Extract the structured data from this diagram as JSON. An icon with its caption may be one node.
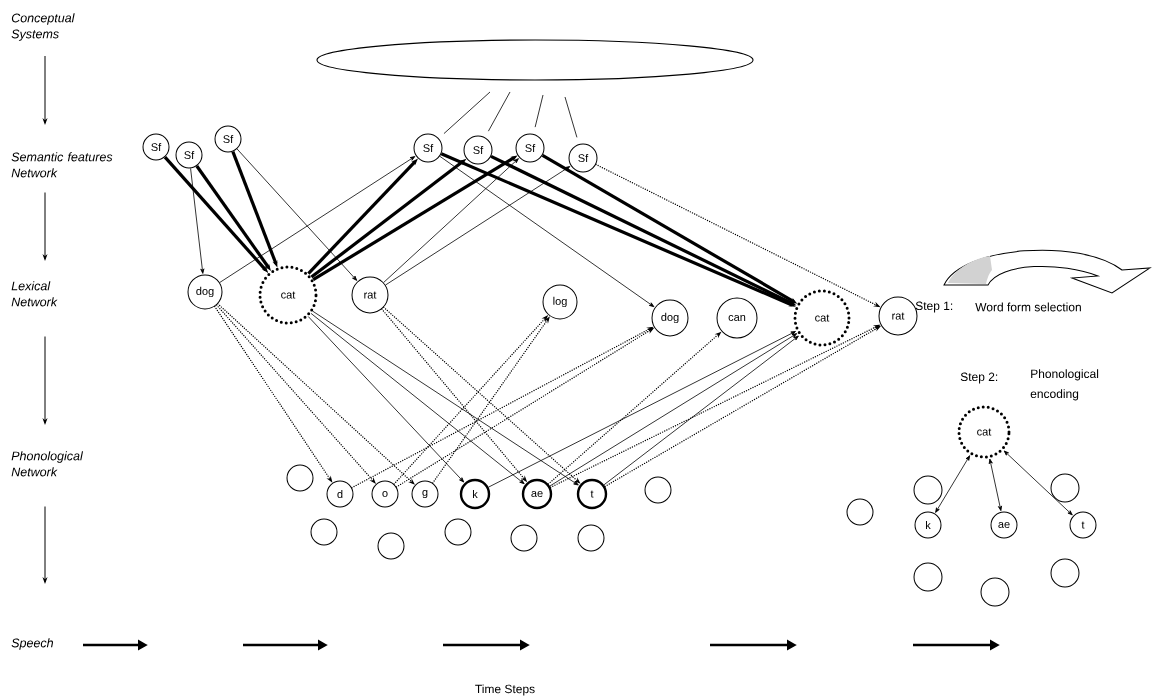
{
  "diagram": {
    "nodes": [
      {
        "text": [
          "Conceptual Systems"
        ]
      },
      {
        "text": [
          "Semantic features Network"
        ]
      },
      {
        "text": [
          "Lexical Network"
        ]
      },
      {
        "text": [
          "Phonological Network"
        ]
      },
      {
        "text": [
          "Speech"
        ]
      },
      {
        "text": [],
        "shape": "ellipse"
      },
      {
        "text": [
          "Sf"
        ]
      },
      {
        "text": [
          "Sf"
        ]
      },
      {
        "text": [
          "Sf"
        ]
      },
      {
        "text": [
          "Sf"
        ]
      },
      {
        "text": [
          "Sf"
        ]
      },
      {
        "text": [
          "Sf"
        ]
      },
      {
        "text": [
          "Sf"
        ]
      },
      {
        "text": [
          "dog"
        ]
      },
      {
        "text": [
          "cat"
        ]
      },
      {
        "text": [
          "rat"
        ]
      },
      {
        "text": [
          "log"
        ]
      },
      {
        "text": [
          "dog"
        ]
      },
      {
        "text": [
          "can"
        ]
      },
      {
        "text": [
          "cat"
        ]
      },
      {
        "text": [
          "rat"
        ]
      },
      {
        "text": [],
        "shape": "circle"
      },
      {
        "text": [
          "d"
        ]
      },
      {
        "text": [
          "o"
        ]
      },
      {
        "text": [
          "g"
        ]
      },
      {
        "text": [
          "k"
        ]
      },
      {
        "text": [
          "ae"
        ]
      },
      {
        "text": [
          "t"
        ]
      },
      {
        "text": [],
        "shape": "circle"
      },
      {
        "text": [],
        "shape": "circle"
      },
      {
        "text": [],
        "shape": "circle"
      },
      {
        "text": [],
        "shape": "circle"
      },
      {
        "text": [],
        "shape": "circle"
      },
      {
        "text": [],
        "shape": "circle"
      },
      {
        "text": [],
        "shape": "circle"
      },
      {
        "text": [
          "cat"
        ]
      },
      {
        "text": [],
        "shape": "circle"
      },
      {
        "text": [],
        "shape": "circle"
      },
      {
        "text": [
          "k"
        ]
      },
      {
        "text": [
          "ae"
        ]
      },
      {
        "text": [
          "t"
        ]
      },
      {
        "text": [],
        "shape": "circle"
      },
      {
        "text": [],
        "shape": "circle"
      },
      {
        "text": [],
        "shape": "circle"
      }
    ],
    "edges": [
      {
        "from": 0,
        "to": 1,
        "arrow": "to"
      },
      {
        "from": 1,
        "to": 2,
        "arrow": "to"
      },
      {
        "from": 2,
        "to": 3,
        "arrow": "to"
      },
      {
        "from": 3,
        "to": 4,
        "arrow": "to"
      },
      {
        "from": 5,
        "to": 9,
        "arrow": "none"
      },
      {
        "from": 5,
        "to": 10,
        "arrow": "none"
      },
      {
        "from": 5,
        "to": 11,
        "arrow": "none"
      },
      {
        "from": 5,
        "to": 12,
        "arrow": "none"
      },
      {
        "from": 6,
        "to": 14,
        "arrow": "to",
        "style": "thick"
      },
      {
        "from": 7,
        "to": 13,
        "arrow": "to"
      },
      {
        "from": 7,
        "to": 14,
        "arrow": "to",
        "style": "thick"
      },
      {
        "from": 8,
        "to": 14,
        "arrow": "to",
        "style": "thick"
      },
      {
        "from": 8,
        "to": 15,
        "arrow": "to"
      },
      {
        "from": 13,
        "to": 9,
        "arrow": "to"
      },
      {
        "from": 14,
        "to": 9,
        "arrow": "to",
        "style": "thick"
      },
      {
        "from": 14,
        "to": 10,
        "arrow": "to",
        "style": "thick"
      },
      {
        "from": 14,
        "to": 11,
        "arrow": "to",
        "style": "thick"
      },
      {
        "from": 15,
        "to": 11,
        "arrow": "to"
      },
      {
        "from": 15,
        "to": 12,
        "arrow": "to"
      },
      {
        "from": 9,
        "to": 17,
        "arrow": "to"
      },
      {
        "from": 9,
        "to": 19,
        "arrow": "to",
        "style": "thick"
      },
      {
        "from": 10,
        "to": 19,
        "arrow": "to",
        "style": "thick"
      },
      {
        "from": 11,
        "to": 19,
        "arrow": "to",
        "style": "thick"
      },
      {
        "from": 12,
        "to": 20,
        "arrow": "to",
        "style": "dashed"
      },
      {
        "from": 13,
        "to": 22,
        "arrow": "to",
        "style": "dashed"
      },
      {
        "from": 13,
        "to": 23,
        "arrow": "to",
        "style": "dashed"
      },
      {
        "from": 13,
        "to": 24,
        "arrow": "to",
        "style": "dashed"
      },
      {
        "from": 14,
        "to": 25,
        "arrow": "to"
      },
      {
        "from": 14,
        "to": 26,
        "arrow": "to"
      },
      {
        "from": 14,
        "to": 27,
        "arrow": "to"
      },
      {
        "from": 15,
        "to": 26,
        "arrow": "to",
        "style": "dashed"
      },
      {
        "from": 15,
        "to": 27,
        "arrow": "to",
        "style": "dashed"
      },
      {
        "from": 22,
        "to": 17,
        "arrow": "to",
        "style": "dashed"
      },
      {
        "from": 23,
        "to": 17,
        "arrow": "to",
        "style": "dashed"
      },
      {
        "from": 23,
        "to": 16,
        "arrow": "to",
        "style": "dashed"
      },
      {
        "from": 24,
        "to": 16,
        "arrow": "to",
        "style": "dashed"
      },
      {
        "from": 26,
        "to": 18,
        "arrow": "to",
        "style": "dashed"
      },
      {
        "from": 25,
        "to": 19,
        "arrow": "to"
      },
      {
        "from": 26,
        "to": 19,
        "arrow": "to"
      },
      {
        "from": 27,
        "to": 19,
        "arrow": "to"
      },
      {
        "from": 26,
        "to": 20,
        "arrow": "to",
        "style": "dashed"
      },
      {
        "from": 27,
        "to": 20,
        "arrow": "to",
        "style": "dashed"
      },
      {
        "from": 35,
        "to": 38,
        "arrow": "both"
      },
      {
        "from": 35,
        "to": 39,
        "arrow": "both"
      },
      {
        "from": 35,
        "to": 40,
        "arrow": "both"
      }
    ],
    "labels": [
      "Step 1:",
      "Word form selection",
      "Step 2:",
      "Phonological encoding",
      "Time Steps"
    ]
  }
}
